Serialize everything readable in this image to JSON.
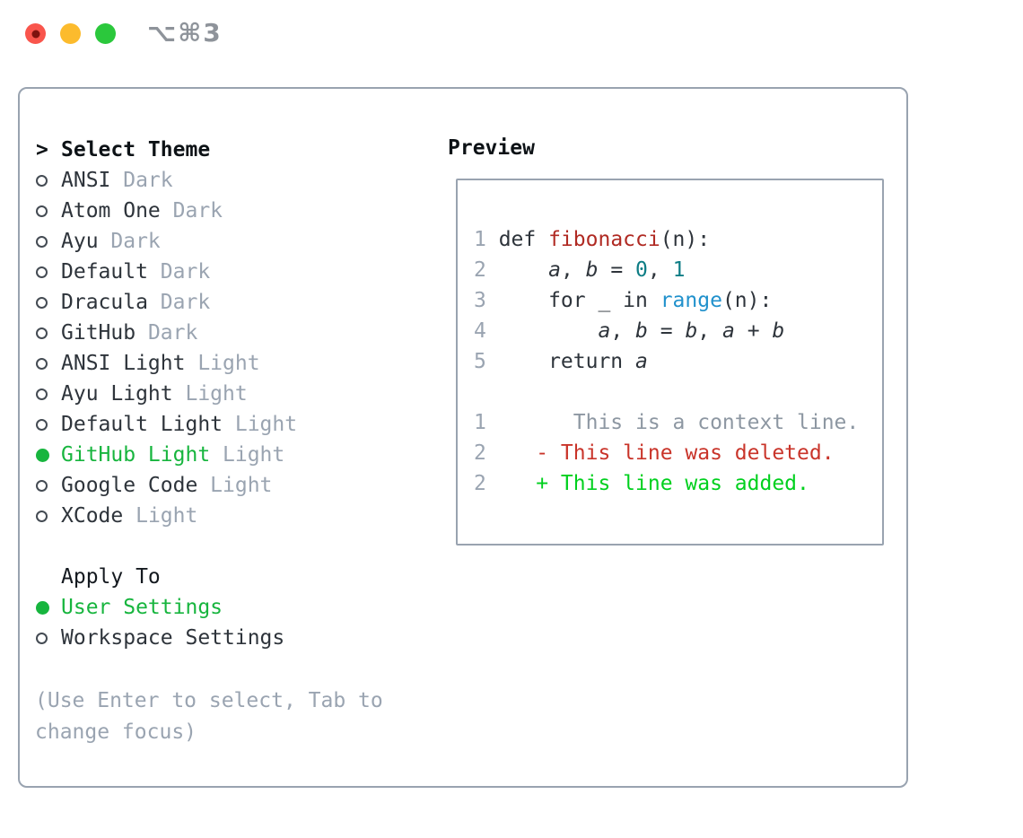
{
  "titlebar": {
    "shortcut": "⌥⌘3"
  },
  "colors": {
    "selection_green": "#17b53e",
    "diff_added_green": "#00d01e",
    "diff_deleted_red": "#c9342a",
    "function_red": "#b02a23",
    "number_teal": "#0e7d85",
    "builtin_blue": "#2191cc",
    "muted_gray": "#9aa4b1",
    "border_gray": "#99a3b0",
    "traffic_red": "#f9554c",
    "traffic_yellow": "#fcbb2d",
    "traffic_green": "#2bc83c"
  },
  "theme_picker": {
    "prompt": ">",
    "title": "Select Theme",
    "items": [
      {
        "selected": false,
        "name": "ANSI",
        "tag": "Dark"
      },
      {
        "selected": false,
        "name": "Atom One",
        "tag": "Dark"
      },
      {
        "selected": false,
        "name": "Ayu",
        "tag": "Dark"
      },
      {
        "selected": false,
        "name": "Default",
        "tag": "Dark"
      },
      {
        "selected": false,
        "name": "Dracula",
        "tag": "Dark"
      },
      {
        "selected": false,
        "name": "GitHub",
        "tag": "Dark"
      },
      {
        "selected": false,
        "name": "ANSI Light",
        "tag": "Light"
      },
      {
        "selected": false,
        "name": "Ayu Light",
        "tag": "Light"
      },
      {
        "selected": false,
        "name": "Default Light",
        "tag": "Light"
      },
      {
        "selected": true,
        "name": "GitHub Light",
        "tag": "Light"
      },
      {
        "selected": false,
        "name": "Google Code",
        "tag": "Light"
      },
      {
        "selected": false,
        "name": "XCode",
        "tag": "Light"
      }
    ]
  },
  "apply_to": {
    "title": "Apply To",
    "options": [
      {
        "selected": true,
        "name": "User Settings",
        "tag": ""
      },
      {
        "selected": false,
        "name": "Workspace Settings",
        "tag": ""
      }
    ]
  },
  "hint": "(Use Enter to select, Tab to change focus)",
  "preview": {
    "title": "Preview",
    "lines": [
      {
        "num": "1",
        "segments": [
          {
            "t": "def "
          },
          {
            "t": "fibonacci",
            "c": "func"
          },
          {
            "t": "(n):"
          }
        ]
      },
      {
        "num": "2",
        "segments": [
          {
            "t": "    "
          },
          {
            "t": "a",
            "c": "var"
          },
          {
            "t": ", "
          },
          {
            "t": "b",
            "c": "var"
          },
          {
            "t": " = "
          },
          {
            "t": "0",
            "c": "num"
          },
          {
            "t": ", "
          },
          {
            "t": "1",
            "c": "num"
          }
        ]
      },
      {
        "num": "3",
        "segments": [
          {
            "t": "    for _ in "
          },
          {
            "t": "range",
            "c": "builtin"
          },
          {
            "t": "(n):"
          }
        ]
      },
      {
        "num": "4",
        "segments": [
          {
            "t": "        "
          },
          {
            "t": "a",
            "c": "var"
          },
          {
            "t": ", "
          },
          {
            "t": "b",
            "c": "var"
          },
          {
            "t": " = "
          },
          {
            "t": "b",
            "c": "var"
          },
          {
            "t": ", "
          },
          {
            "t": "a",
            "c": "var"
          },
          {
            "t": " + "
          },
          {
            "t": "b",
            "c": "var"
          }
        ]
      },
      {
        "num": "5",
        "segments": [
          {
            "t": "    return "
          },
          {
            "t": "a",
            "c": "var"
          }
        ]
      },
      {
        "num": "",
        "segments": []
      },
      {
        "num": "1",
        "segments": [
          {
            "t": "      This is a context line.",
            "c": "ctx"
          }
        ]
      },
      {
        "num": "2",
        "segments": [
          {
            "t": "   - This line was deleted.",
            "c": "del"
          }
        ]
      },
      {
        "num": "2",
        "segments": [
          {
            "t": "   + This line was added.",
            "c": "add"
          }
        ]
      }
    ]
  }
}
